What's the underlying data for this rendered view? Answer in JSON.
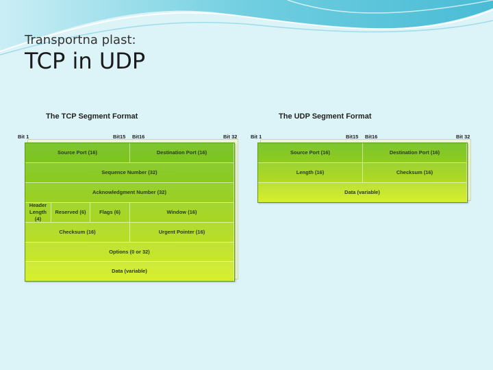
{
  "slide": {
    "subtitle": "Transportna plast:",
    "title": "TCP in UDP"
  },
  "tcp": {
    "title": "The TCP Segment Format",
    "bits": {
      "start": "Bit 1",
      "mid1": "Bit15",
      "mid2": "Bit16",
      "end": "Bit 32"
    },
    "fields": {
      "source_port": "Source Port (16)",
      "destination_port": "Destination Port (16)",
      "sequence_number": "Sequence Number (32)",
      "acknowledgment_number": "Acknowledgment Number (32)",
      "header_length": "Header Length (4)",
      "reserved": "Reserved (6)",
      "flags": "Flags (6)",
      "window": "Window (16)",
      "checksum": "Checksum (16)",
      "urgent_pointer": "Urgent Pointer (16)",
      "options": "Options (0 or 32)",
      "data": "Data (variable)"
    }
  },
  "udp": {
    "title": "The UDP Segment Format",
    "bits": {
      "start": "Bit 1",
      "mid1": "Bit15",
      "mid2": "Bit16",
      "end": "Bit 32"
    },
    "fields": {
      "source_port": "Source Port (16)",
      "destination_port": "Destination Port (16)",
      "length": "Length (16)",
      "checksum": "Checksum (16)",
      "data": "Data (variable)"
    }
  }
}
